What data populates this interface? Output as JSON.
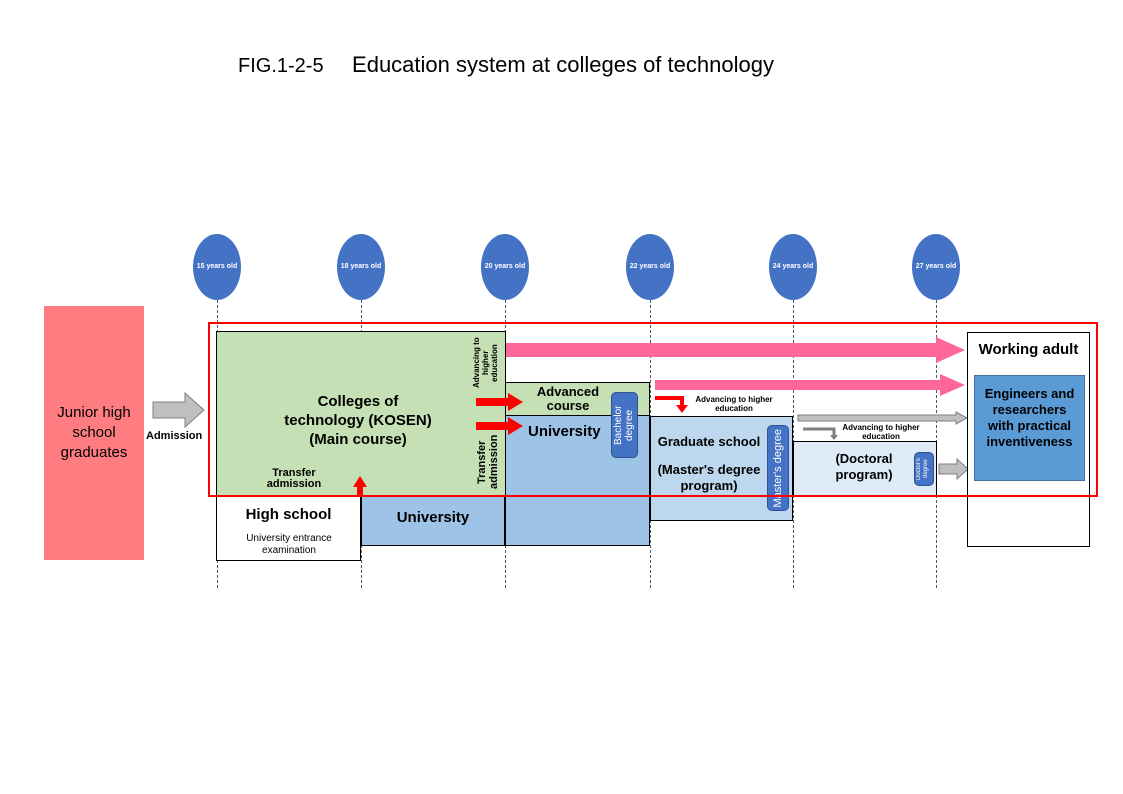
{
  "figure": {
    "number": "FIG.1-2-5",
    "title": "Education system at colleges of technology"
  },
  "ages": [
    {
      "label": "15 years old"
    },
    {
      "label": "18 years old"
    },
    {
      "label": "20 years old"
    },
    {
      "label": "22 years old"
    },
    {
      "label": "24 years old"
    },
    {
      "label": "27 years old"
    }
  ],
  "start": {
    "label": "Junior high school graduates",
    "arrow_label": "Admission"
  },
  "kosen": {
    "label": "Colleges of technology (KOSEN) (Main course)",
    "transfer_label": "Transfer admission"
  },
  "high_school": {
    "label": "High school",
    "sub_label": "University entrance examination"
  },
  "university_lower": {
    "label": "University"
  },
  "side_labels": {
    "advancing_vertical": "Advancing to higher education",
    "transfer_vertical": "Transfer admission"
  },
  "advanced_course": {
    "label": "Advanced course"
  },
  "university_upper": {
    "label": "University"
  },
  "degrees": {
    "bachelor": "Bachelor degree",
    "master": "Master's degree",
    "doctor": "Doctor's degree"
  },
  "graduate": {
    "label": "Graduate school",
    "sub_label": "(Master's degree program)"
  },
  "doctoral": {
    "label": "(Doctoral program)"
  },
  "advancing_labels": {
    "first": "Advancing to higher education",
    "second": "Advancing to higher education"
  },
  "working": {
    "label": "Working adult",
    "inner": "Engineers and researchers with practical inventiveness"
  },
  "colors": {
    "pink_box": "#ff7c80",
    "kosen_green": "#c5e0b4",
    "university_blue": "#9dc3e6",
    "graduate_blue": "#bdd7ee",
    "doctoral_blue": "#deebf7",
    "circle_blue": "#4472c4",
    "engineer_blue": "#5b9bd5",
    "highlight_red": "#ff0000",
    "pink_arrow": "#ff6699",
    "gray_arrow": "#bfbfbf"
  }
}
